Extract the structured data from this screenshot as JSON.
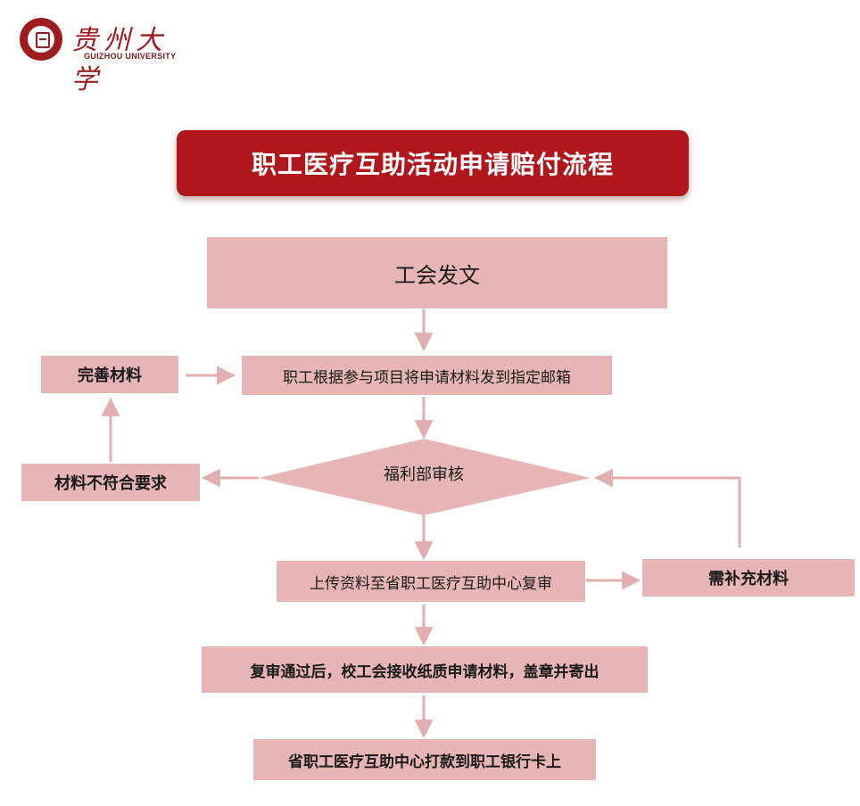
{
  "header": {
    "logo_cn": "贵州大学",
    "logo_en": "GUIZHOU UNIVERSITY"
  },
  "title": "职工医疗互助活动申请赔付流程",
  "nodes": {
    "start": "工会发文",
    "submit": "职工根据参与项目将申请材料发到指定邮箱",
    "improve": "完善材料",
    "not_meet": "材料不符合要求",
    "review": "福利部审核",
    "upload": "上传资料至省职工医疗互助中心复审",
    "supplement": "需补充材料",
    "mail": "复审通过后，校工会接收纸质申请材料，盖章并寄出",
    "payment": "省职工医疗互助中心打款到职工银行卡上"
  },
  "colors": {
    "title_bg": "#b0171c",
    "node_bg": "#e7b5b5",
    "connector": "#e3aeb0",
    "brand": "#9e1b1f"
  }
}
